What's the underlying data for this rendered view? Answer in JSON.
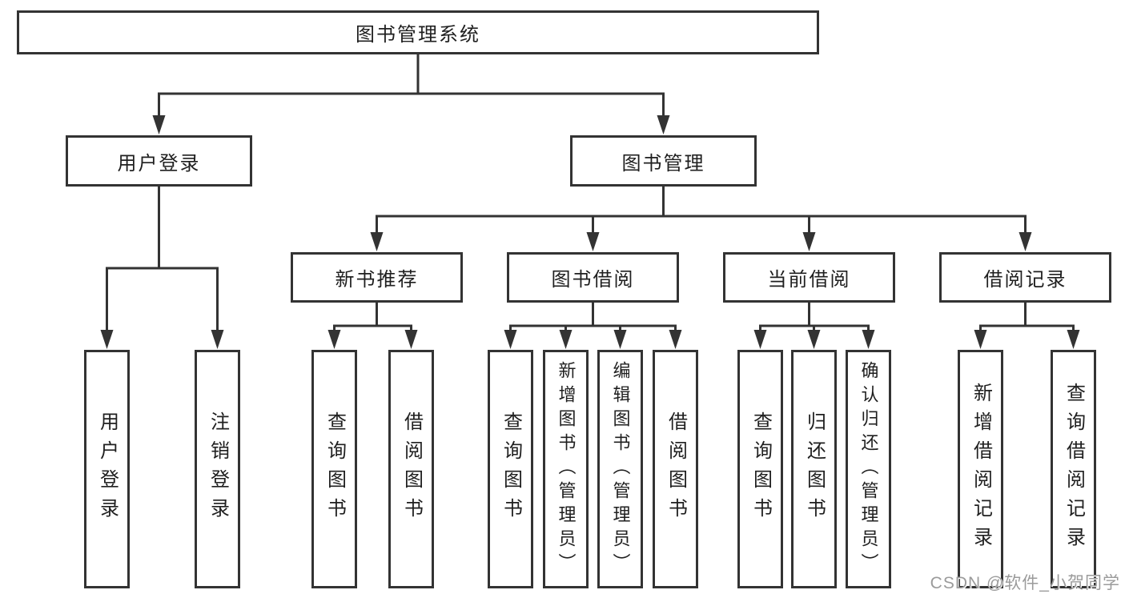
{
  "diagram": {
    "root": {
      "label": "图书管理系统"
    },
    "branches": [
      {
        "label": "用户登录"
      },
      {
        "label": "图书管理"
      }
    ],
    "modules": [
      {
        "label": "新书推荐"
      },
      {
        "label": "图书借阅"
      },
      {
        "label": "当前借阅"
      },
      {
        "label": "借阅记录"
      }
    ],
    "leaves": [
      {
        "label": "用户登录",
        "parent": "用户登录"
      },
      {
        "label": "注销登录",
        "parent": "用户登录"
      },
      {
        "label": "查询图书",
        "parent": "新书推荐"
      },
      {
        "label": "借阅图书",
        "parent": "新书推荐"
      },
      {
        "label": "查询图书",
        "parent": "图书借阅"
      },
      {
        "label": "新增图书（管理员）",
        "parent": "图书借阅"
      },
      {
        "label": "编辑图书（管理员）",
        "parent": "图书借阅"
      },
      {
        "label": "借阅图书",
        "parent": "图书借阅"
      },
      {
        "label": "查询图书",
        "parent": "当前借阅"
      },
      {
        "label": "归还图书",
        "parent": "当前借阅"
      },
      {
        "label": "确认归还（管理员）",
        "parent": "当前借阅"
      },
      {
        "label": "新增借阅记录",
        "parent": "借阅记录"
      },
      {
        "label": "查询借阅记录",
        "parent": "借阅记录"
      }
    ]
  },
  "watermark": {
    "text": "CSDN @软件_小贺同学"
  },
  "colors": {
    "line": "#333333",
    "box_border": "#333333",
    "text": "#1f1f1f",
    "watermark": "#9b9b9b",
    "background": "#ffffff"
  }
}
